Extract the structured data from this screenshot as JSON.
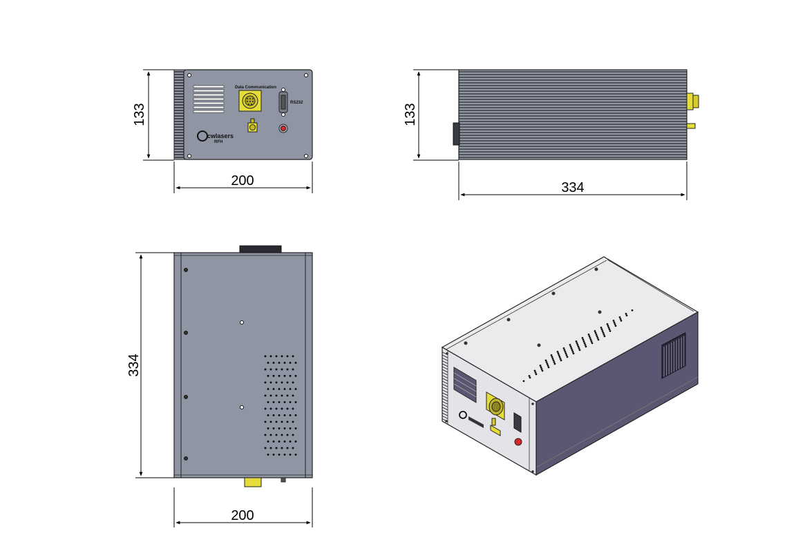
{
  "dimensions": {
    "front_height": "133",
    "front_width": "200",
    "side_height": "133",
    "side_length": "334",
    "top_length": "334",
    "top_width": "200"
  },
  "front_panel": {
    "connector_label": "Data Communication",
    "port_label": "RS232",
    "logo_text": "cwlasers",
    "logo_subtext": "RFH"
  },
  "colors": {
    "body": "#8f95a3",
    "body_dark": "#5e5870",
    "iso_top": "#ebebee",
    "iso_side": "#5c5672",
    "connector": "#e6dc3a",
    "indicator": "#d92626",
    "line": "#000000"
  }
}
